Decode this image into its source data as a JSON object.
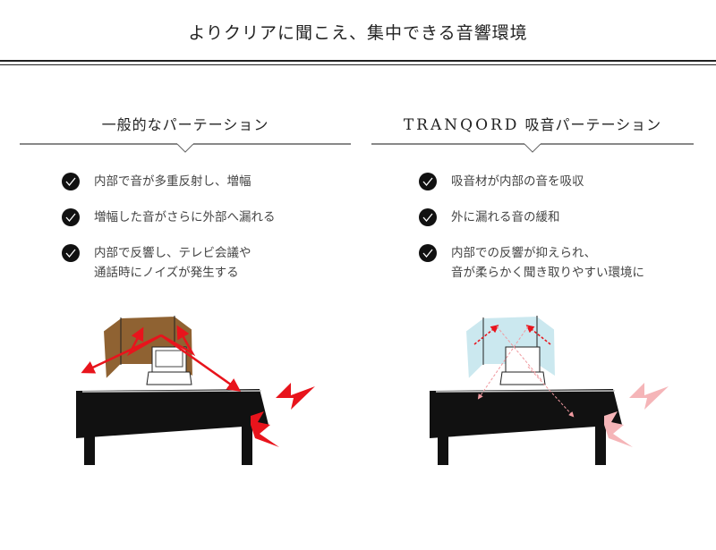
{
  "title": "よりクリアに聞こえ、集中できる音響環境",
  "left": {
    "heading": "一般的なパーテーション",
    "items": [
      "内部で音が多重反射し、増幅",
      "増幅した音がさらに外部へ漏れる",
      "内部で反響し、テレビ会議や\n通話時にノイズが発生する"
    ],
    "panel_color": "#8f6232",
    "arrow_color": "#e8141c"
  },
  "right": {
    "brand": "TRANQORD",
    "heading": "吸音パーテーション",
    "items": [
      "吸音材が内部の音を吸収",
      "外に漏れる音の緩和",
      "内部での反響が抑えられ、\n音が柔らかく聞き取りやすい環境に"
    ],
    "panel_color": "#cbe8ef",
    "arrow_color": "#f5b5b8"
  }
}
